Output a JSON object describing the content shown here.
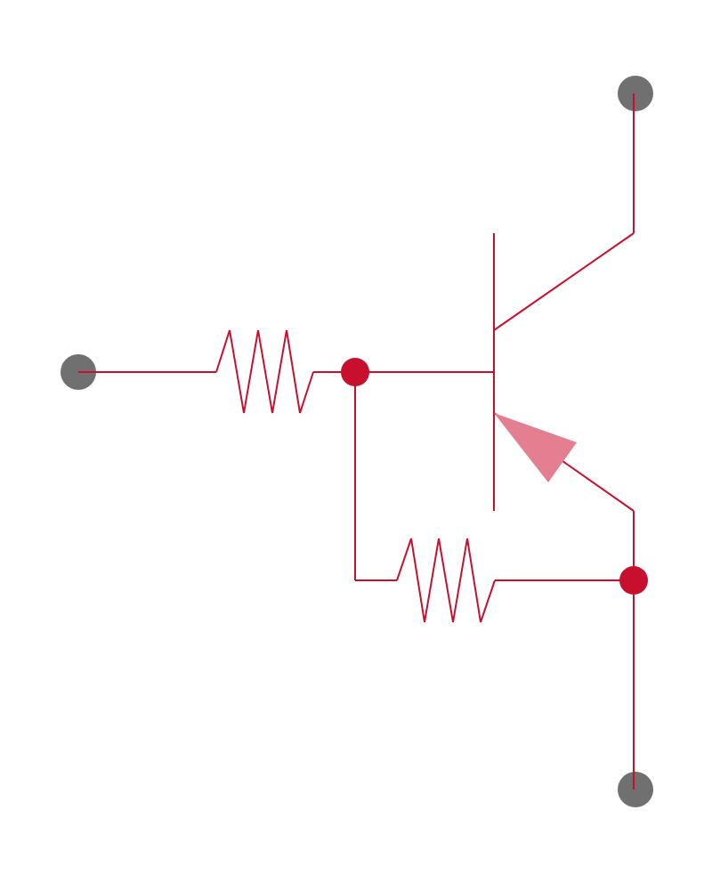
{
  "diagram": {
    "kind": "transistor circuit schematic",
    "components": {
      "transistor": "npn",
      "resistors": 2,
      "terminals": 3,
      "junctions": 2
    },
    "colors": {
      "wire": "#c8102e",
      "junction": "#c8102e",
      "terminal": "#707070",
      "emitter_arrow": "#e37f90",
      "background": "#ffffff"
    }
  }
}
